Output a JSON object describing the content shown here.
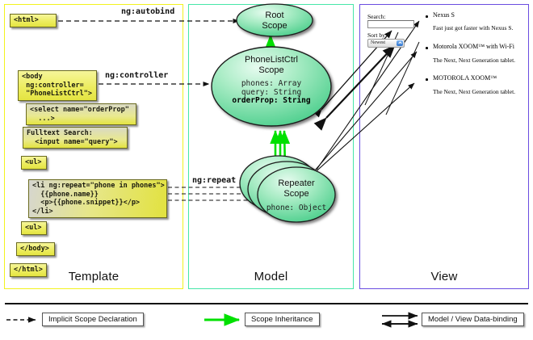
{
  "panels": {
    "template": {
      "label": "Template",
      "border_color": "#f2f21e"
    },
    "model": {
      "label": "Model",
      "border_color": "#46e6a8"
    },
    "view": {
      "label": "View",
      "border_color": "#6a4de0"
    }
  },
  "template_notes": [
    {
      "name": "html-open",
      "text": "<html>"
    },
    {
      "name": "body-open",
      "text": "<body\n ng:controller=\n \"PhoneListCtrl\">"
    },
    {
      "name": "select",
      "text": "<select name=\"orderProp\"\n  ...>"
    },
    {
      "name": "fulltext",
      "text": "Fulltext Search:\n  <input name=\"query\">"
    },
    {
      "name": "ul-open",
      "text": "<ul>"
    },
    {
      "name": "li-repeat",
      "text": "<li ng:repeat=\"phone in phones\">\n  {{phone.name}}\n  <p>{{phone.snippet}}</p>\n</li>"
    },
    {
      "name": "ul-close",
      "text": "<ul>"
    },
    {
      "name": "body-close",
      "text": "</body>"
    },
    {
      "name": "html-close",
      "text": "</html>"
    }
  ],
  "edge_labels": {
    "autobind": "ng:autobind",
    "controller": "ng:controller",
    "repeat": "ng:repeat"
  },
  "scopes": [
    {
      "name": "root-scope",
      "title_line1": "Root",
      "title_line2": "Scope",
      "props": []
    },
    {
      "name": "phonelistctrl-scope",
      "title_line1": "PhoneListCtrl",
      "title_line2": "Scope",
      "props": [
        "phones: Array",
        "query: String",
        "orderProp: String"
      ],
      "bold_prop_index": 2
    },
    {
      "name": "repeater-scope",
      "title_line1": "Repeater",
      "title_line2": "Scope",
      "props": [
        "phone: Object"
      ]
    }
  ],
  "view": {
    "search_label": "Search:",
    "search_value": "",
    "sort_label": "Sort by:",
    "sort_selected": "Newest",
    "phones": [
      {
        "name": "Nexus S",
        "snippet": "Fast just got faster with Nexus S."
      },
      {
        "name": "Motorola XOOM™ with Wi-Fi",
        "snippet": "The Next, Next Generation tablet."
      },
      {
        "name": "MOTOROLA XOOM™",
        "snippet": "The Next, Next Generation tablet."
      }
    ]
  },
  "legend": [
    {
      "name": "implicit-scope-declaration",
      "label": "Implicit Scope Declaration",
      "style": "dashed-arrow",
      "color": "#111111"
    },
    {
      "name": "scope-inheritance",
      "label": "Scope Inheritance",
      "style": "green-arrow",
      "color": "#00e000"
    },
    {
      "name": "model-view-data-binding",
      "label": "Model / View Data-binding",
      "style": "double-arrow",
      "color": "#111111"
    }
  ]
}
